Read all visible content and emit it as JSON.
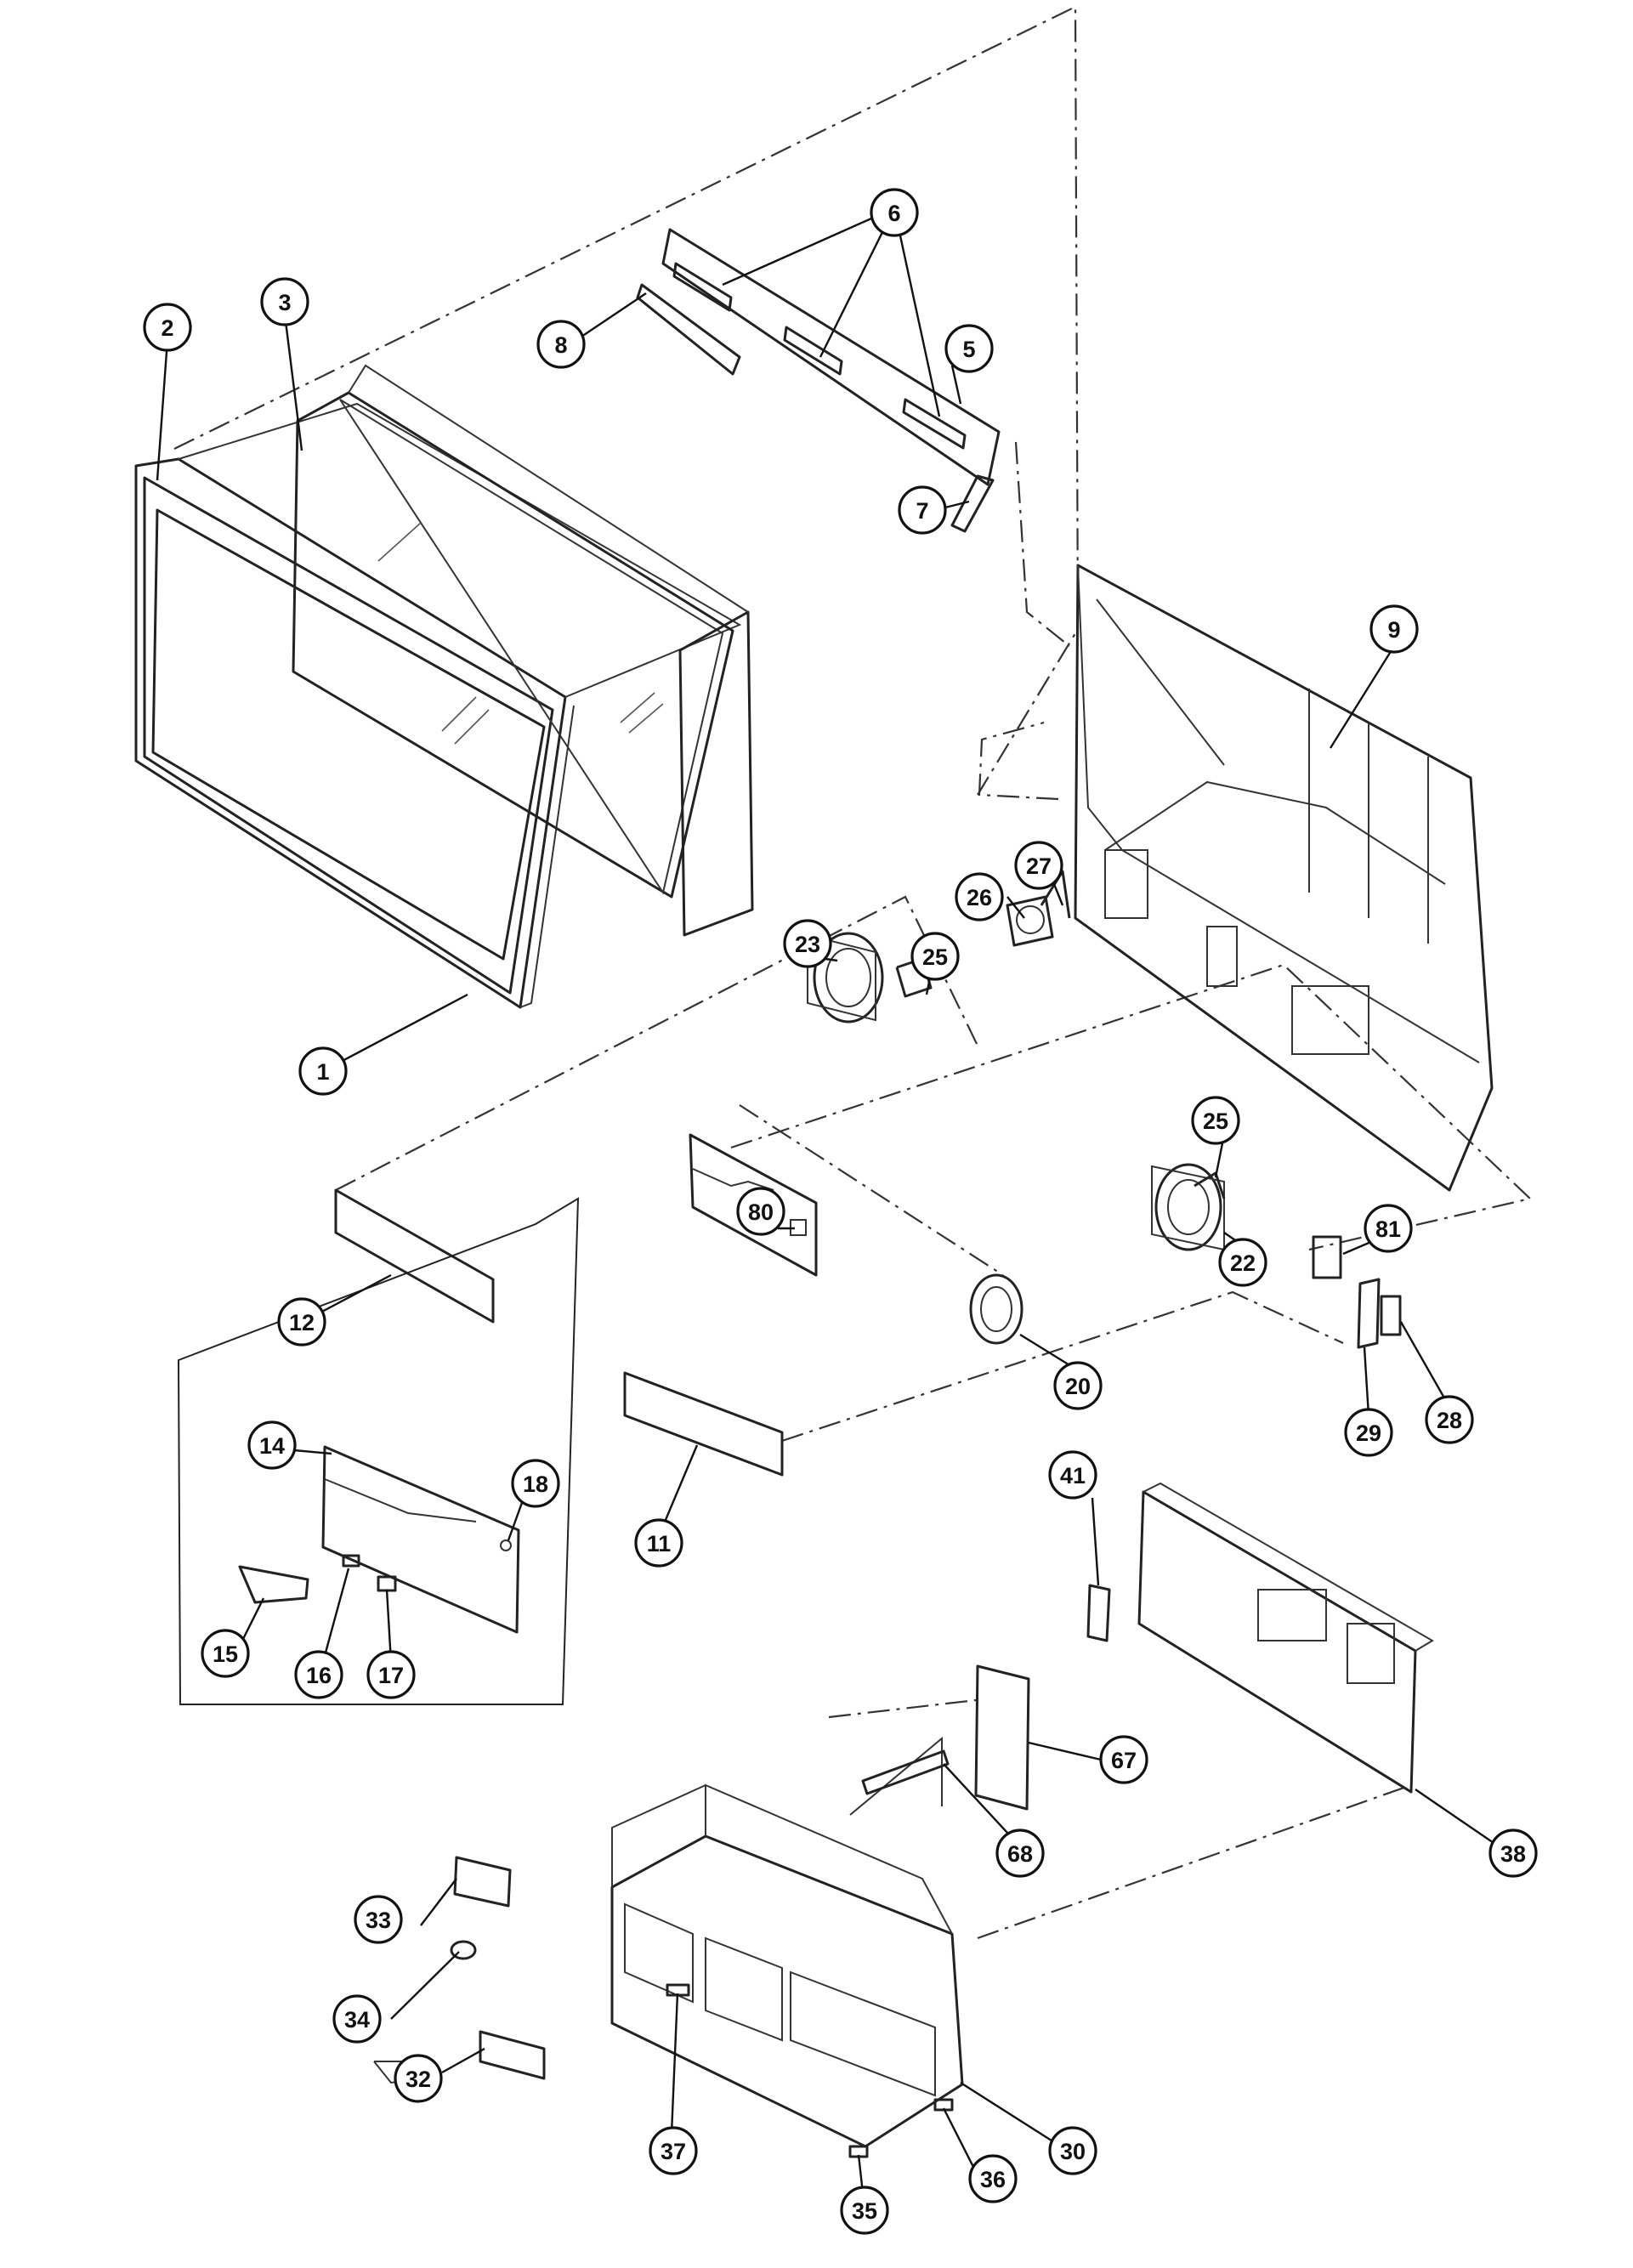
{
  "callouts": [
    {
      "id": "c1",
      "label": "1"
    },
    {
      "id": "c2",
      "label": "2"
    },
    {
      "id": "c3",
      "label": "3"
    },
    {
      "id": "c5",
      "label": "5"
    },
    {
      "id": "c6",
      "label": "6"
    },
    {
      "id": "c7",
      "label": "7"
    },
    {
      "id": "c8",
      "label": "8"
    },
    {
      "id": "c9",
      "label": "9"
    },
    {
      "id": "c11",
      "label": "11"
    },
    {
      "id": "c12",
      "label": "12"
    },
    {
      "id": "c14",
      "label": "14"
    },
    {
      "id": "c15",
      "label": "15"
    },
    {
      "id": "c16",
      "label": "16"
    },
    {
      "id": "c17",
      "label": "17"
    },
    {
      "id": "c18",
      "label": "18"
    },
    {
      "id": "c20",
      "label": "20"
    },
    {
      "id": "c22",
      "label": "22"
    },
    {
      "id": "c23",
      "label": "23"
    },
    {
      "id": "c25a",
      "label": "25"
    },
    {
      "id": "c25b",
      "label": "25"
    },
    {
      "id": "c26",
      "label": "26"
    },
    {
      "id": "c27",
      "label": "27"
    },
    {
      "id": "c28",
      "label": "28"
    },
    {
      "id": "c29",
      "label": "29"
    },
    {
      "id": "c30",
      "label": "30"
    },
    {
      "id": "c32",
      "label": "32"
    },
    {
      "id": "c33",
      "label": "33"
    },
    {
      "id": "c34",
      "label": "34"
    },
    {
      "id": "c35",
      "label": "35"
    },
    {
      "id": "c36",
      "label": "36"
    },
    {
      "id": "c37",
      "label": "37"
    },
    {
      "id": "c38",
      "label": "38"
    },
    {
      "id": "c41",
      "label": "41"
    },
    {
      "id": "c67",
      "label": "67"
    },
    {
      "id": "c68",
      "label": "68"
    },
    {
      "id": "c80",
      "label": "80"
    },
    {
      "id": "c81",
      "label": "81"
    }
  ]
}
